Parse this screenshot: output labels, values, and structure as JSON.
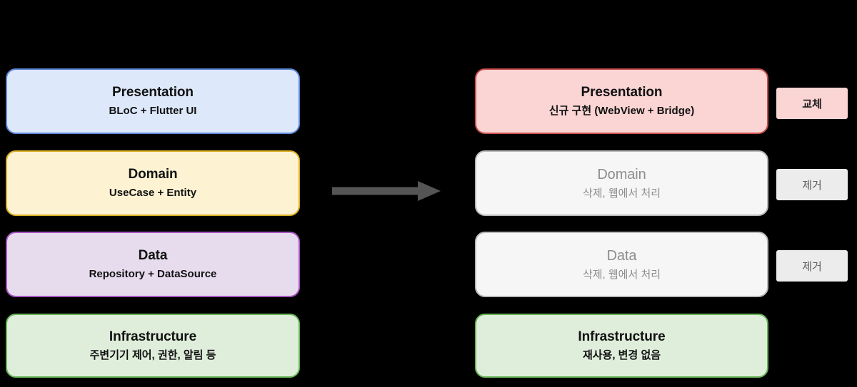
{
  "diagram": {
    "type": "architecture-migration",
    "background_color": "#000000",
    "arrow": {
      "name": "migration-arrow",
      "direction": "right",
      "color": "#555555"
    },
    "left_column": {
      "name": "current-architecture",
      "layers": [
        {
          "key": "presentation",
          "title": "Presentation",
          "subtitle": "BLoC + Flutter UI",
          "fill": "#dde8fb",
          "border": "#5b87d6"
        },
        {
          "key": "domain",
          "title": "Domain",
          "subtitle": "UseCase + Entity",
          "fill": "#fdf3d3",
          "border": "#d9ae23"
        },
        {
          "key": "data",
          "title": "Data",
          "subtitle": "Repository + DataSource",
          "fill": "#e7dcee",
          "border": "#a456c4"
        },
        {
          "key": "infrastructure",
          "title": "Infrastructure",
          "subtitle": "주변기기 제어, 권한, 알림 등",
          "fill": "#dfeedb",
          "border": "#66b457"
        }
      ]
    },
    "right_column": {
      "name": "target-architecture",
      "layers": [
        {
          "key": "presentation",
          "title": "Presentation",
          "subtitle": "신규 구현 (WebView + Bridge)",
          "fill": "#fbd4d4",
          "border": "#c9504e",
          "badge": "교체",
          "badge_style": "replace"
        },
        {
          "key": "domain",
          "title": "Domain",
          "subtitle": "삭제, 웹에서 처리",
          "fill": "#f6f6f6",
          "border": "#b8b8b8",
          "badge": "제거",
          "badge_style": "remove"
        },
        {
          "key": "data",
          "title": "Data",
          "subtitle": "삭제, 웹에서 처리",
          "fill": "#f6f6f6",
          "border": "#b8b8b8",
          "badge": "제거",
          "badge_style": "remove"
        },
        {
          "key": "infrastructure",
          "title": "Infrastructure",
          "subtitle": "재사용, 변경 없음",
          "fill": "#dfeedb",
          "border": "#66b457",
          "badge": "",
          "badge_style": "none"
        }
      ]
    }
  }
}
